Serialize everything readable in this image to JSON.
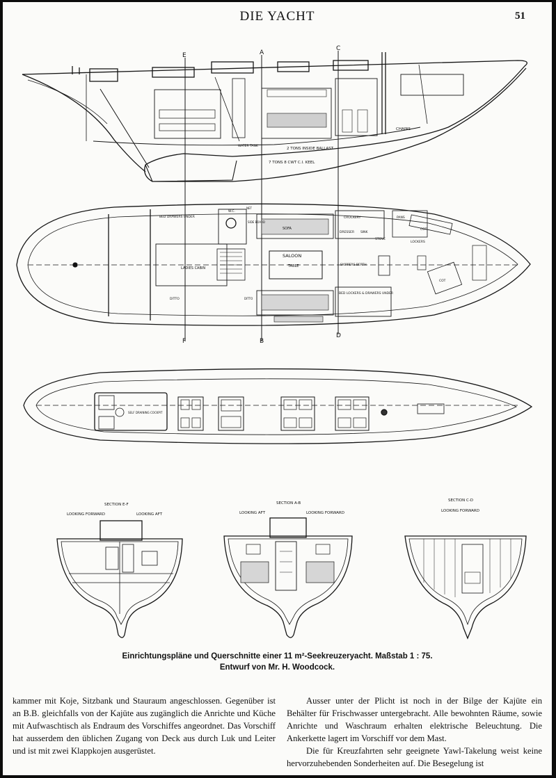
{
  "header": {
    "title": "DIE YACHT",
    "page_number": "51"
  },
  "drawing": {
    "profile_labels": {
      "section_markers": [
        "E",
        "A",
        "C"
      ],
      "ballast": "2 TONS INSIDE BALLAST",
      "keel": "7 TONS 8 CWT C.I. KEEL",
      "chains": "CHAINS",
      "water_tank": "WATER TANK"
    },
    "plan_labels": {
      "section_markers_bottom": [
        "F",
        "B",
        "D"
      ],
      "saloon": "SALOON",
      "table": "TABLE",
      "sofa": "SOFA",
      "ladies_cabin": "LADIES CABIN",
      "bed_drawers_under": "BED DRAWERS UNDER",
      "ditto": "DITTO",
      "wc": "W.C.",
      "sideboard": "SIDE BOARD",
      "crockery": "CROCKERY",
      "dresser": "DRESSER",
      "sink": "SINK",
      "stove": "STOVE",
      "pans": "PANS",
      "skippers_berth": "SKIPPERS BERTH",
      "bed_lockers": "BED LOCKERS & DRAWERS UNDER",
      "cot": "COT",
      "lockers": "LOCKERS",
      "net": "NET"
    },
    "deck_labels": {
      "cockpit": "SELF DRAINING COCKPIT"
    },
    "sections": [
      {
        "title": "SECTION E-F",
        "left": "LOOKING FORWARD",
        "right": "LOOKING AFT"
      },
      {
        "title": "SECTION A-B",
        "left": "LOOKING AFT",
        "right": "LOOKING FORWARD"
      },
      {
        "title": "SECTION C-D",
        "left": "",
        "right": "LOOKING FORWARD"
      }
    ]
  },
  "caption": {
    "line1": "Einrichtungspläne und Querschnitte einer 11 m²-Seekreuzeryacht.  Maßstab 1 : 75.",
    "line2": "Entwurf von Mr. H. Woodcock."
  },
  "text": {
    "left": "kammer mit Koje, Sitzbank und Stauraum angeschlossen. Gegenüber ist an B.B. gleichfalls von der Kajüte aus zugänglich die Anrichte und Küche mit Aufwaschtisch als Endraum des Vorschiffes angeordnet. Das Vorschiff hat ausserdem den üblichen Zugang von Deck aus durch Luk und Leiter und ist mit zwei Klappkojen ausgerüstet.",
    "right_p1": "Ausser unter der Plicht ist noch in der Bilge der Kajüte ein Behälter für Frischwasser untergebracht. Alle bewohnten Räume, sowie Anrichte und Waschraum erhalten elektrische Beleuchtung. Die Ankerkette lagert im Vorschiff vor dem Mast.",
    "right_p2": "Die für Kreuzfahrten sehr geeignete Yawl-Takelung weist keine hervorzuhebenden Sonderheiten auf. Die Besegelung ist"
  }
}
